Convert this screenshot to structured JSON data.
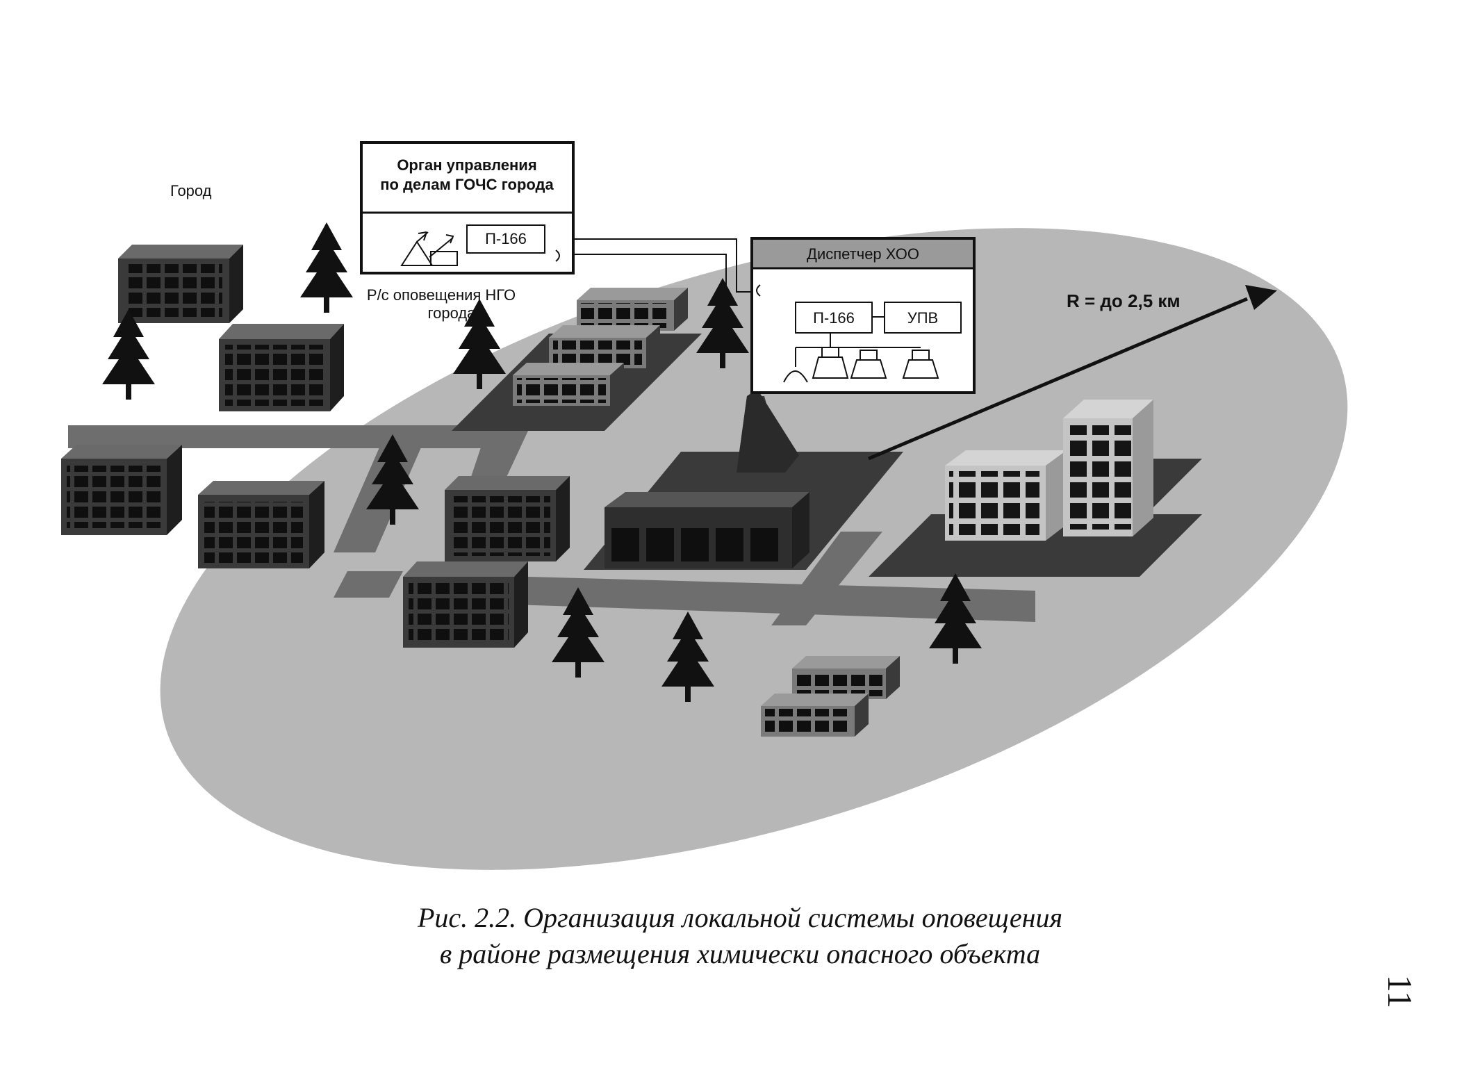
{
  "labels": {
    "city": "Город",
    "gochs_title_line1": "Орган управления",
    "gochs_title_line2": "по делам ГОЧС города",
    "p166_city": "П-166",
    "radio_station_line1": "Р/с оповещения НГО",
    "radio_station_line2": "города",
    "dispatcher_title": "Диспетчер ХОО",
    "p166_object": "П-166",
    "upv": "УПВ",
    "radius": "R = до 2,5 км"
  },
  "caption": {
    "line1": "Рис. 2.2. Организация локальной системы оповещения",
    "line2": "в районе размещения химически опасного объекта"
  },
  "page_number": "11",
  "colors": {
    "ellipse": "#b7b7b7",
    "road": "#6e6e6e",
    "building_dark": "#2f2f2f",
    "building_mid": "#6f6f6f",
    "building_light": "#c4c4c4",
    "window": "#0f0f0f",
    "tree": "#111111",
    "plate": "#3a3a3a"
  }
}
